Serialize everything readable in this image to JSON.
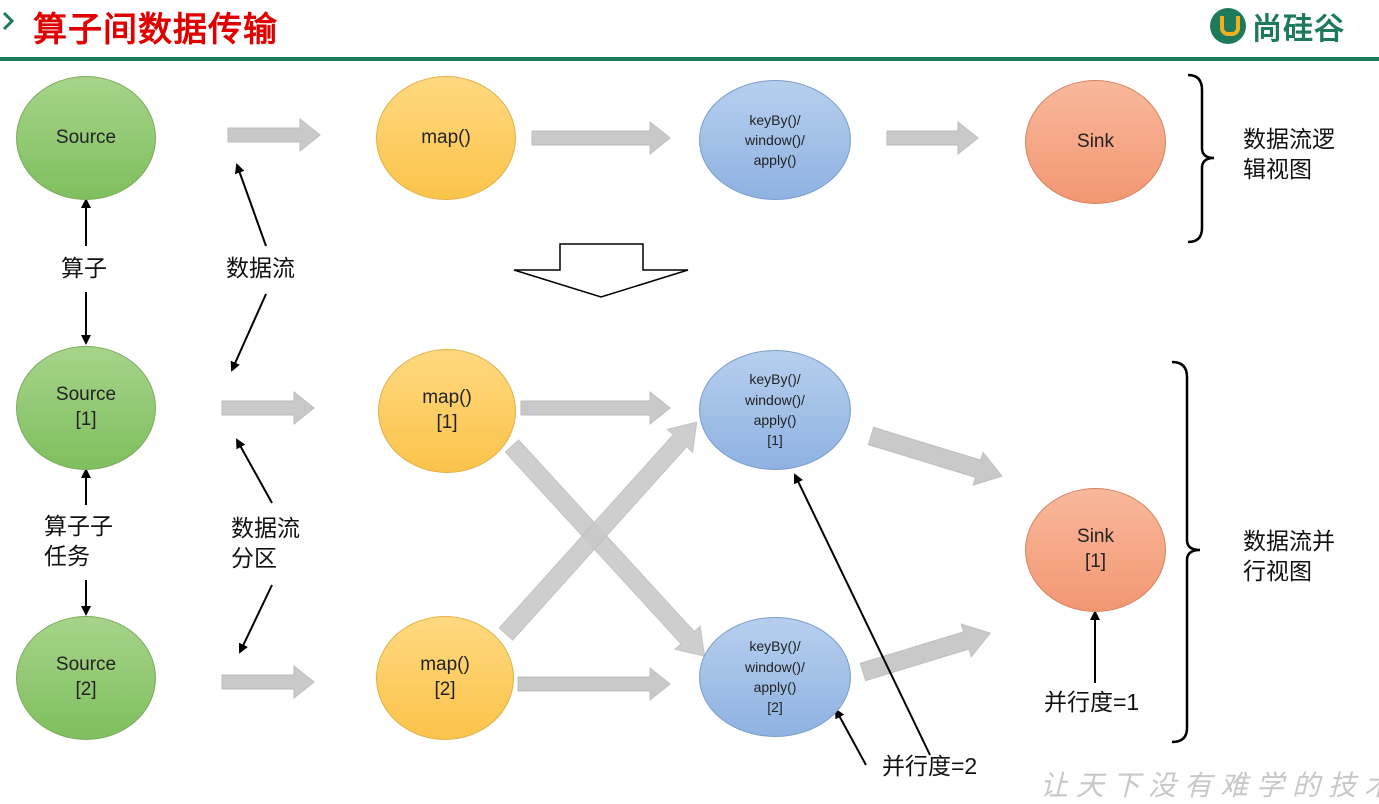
{
  "title": "算子间数据传输",
  "logo": {
    "text": "尚硅谷"
  },
  "logical_view": {
    "source": "Source",
    "map": "map()",
    "keyby": [
      "keyBy()/",
      "window()/",
      "apply()"
    ],
    "sink": "Sink",
    "label": [
      "数据流逻",
      "辑视图"
    ]
  },
  "parallel_view": {
    "source_1": [
      "Source",
      "[1]"
    ],
    "source_2": [
      "Source",
      "[2]"
    ],
    "map_1": [
      "map()",
      "[1]"
    ],
    "map_2": [
      "map()",
      "[2]"
    ],
    "keyby_1": [
      "keyBy()/",
      "window()/",
      "apply()",
      "[1]"
    ],
    "keyby_2": [
      "keyBy()/",
      "window()/",
      "apply()",
      "[2]"
    ],
    "sink_1": [
      "Sink",
      "[1]"
    ],
    "label": [
      "数据流并",
      "行视图"
    ]
  },
  "annotations": {
    "operator": "算子",
    "data_stream": "数据流",
    "subtask": [
      "算子子",
      "任务"
    ],
    "partition": [
      "数据流",
      "分区"
    ],
    "parallelism_2": "并行度=2",
    "parallelism_1": "并行度=1"
  },
  "watermark": "让天下没有难学的技术"
}
